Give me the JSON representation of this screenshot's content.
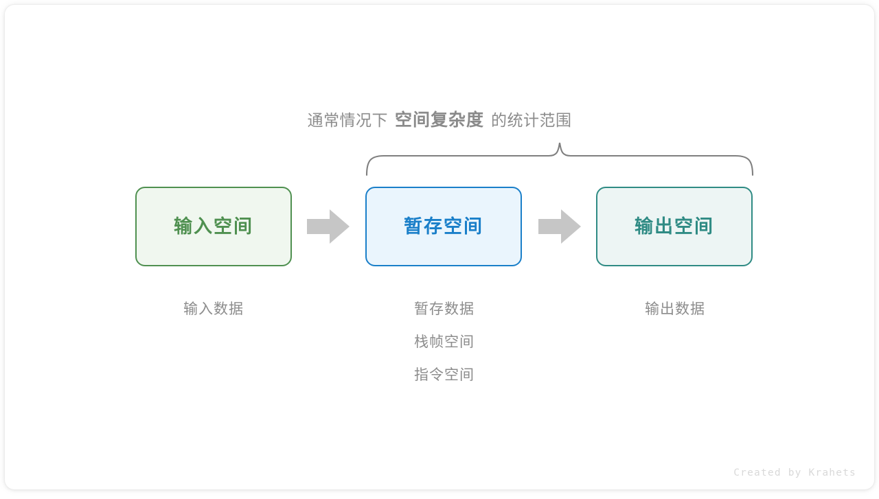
{
  "diagram": {
    "caption": {
      "prefix": "通常情况下",
      "emphasis": "空间复杂度",
      "suffix": "的统计范围"
    },
    "brace": {
      "label": "curly-brace-grouping-temp-and-output",
      "color": "#7f7f7f",
      "spans": [
        "temp-space",
        "output-space"
      ]
    },
    "stages": [
      {
        "id": "input",
        "title": "输入空间",
        "border_color": "#4f9050",
        "fill_color": "#f0f7ef",
        "text_color": "#4f9050",
        "details": [
          "输入数据"
        ]
      },
      {
        "id": "temp",
        "title": "暂存空间",
        "border_color": "#1a7fc9",
        "fill_color": "#eaf5fd",
        "text_color": "#1a7fc9",
        "details": [
          "暂存数据",
          "栈帧空间",
          "指令空间"
        ]
      },
      {
        "id": "output",
        "title": "输出空间",
        "border_color": "#2f8b84",
        "fill_color": "#edf5f4",
        "text_color": "#2f8b84",
        "details": [
          "输出数据"
        ]
      }
    ],
    "arrows": [
      {
        "id": "arrow-input-to-temp",
        "color": "#c6c6c6"
      },
      {
        "id": "arrow-temp-to-output",
        "color": "#c6c6c6"
      }
    ],
    "watermark": "Created by Krahets"
  }
}
